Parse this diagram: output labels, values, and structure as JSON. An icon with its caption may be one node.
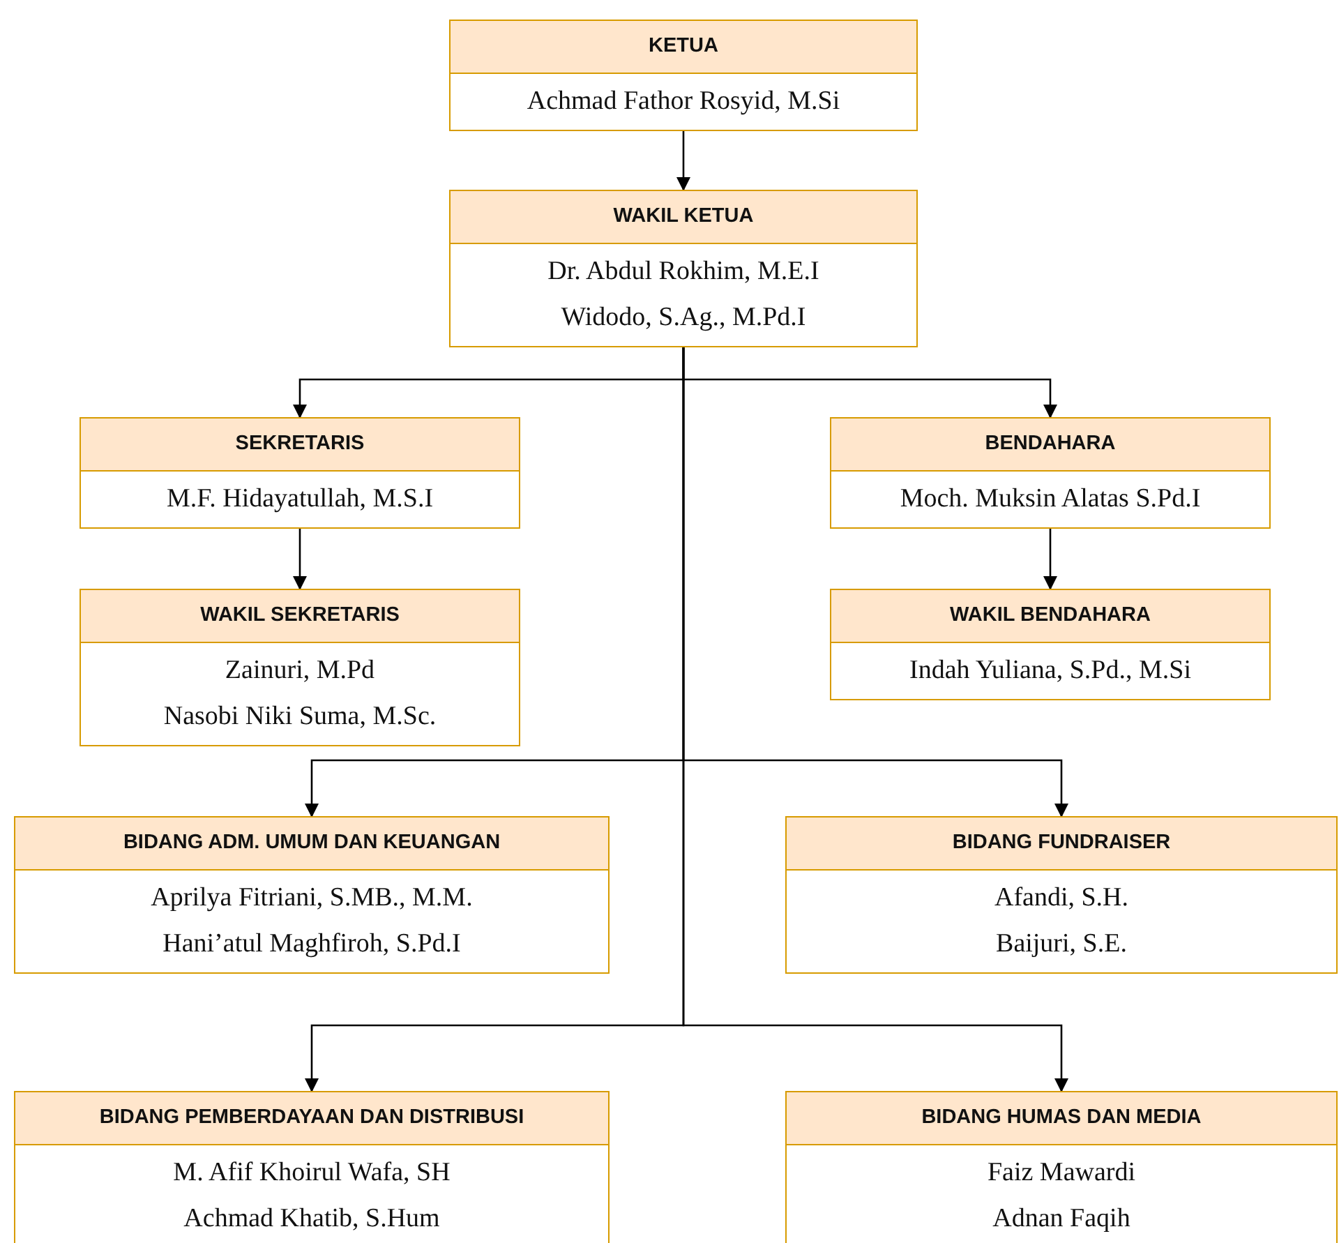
{
  "diagram": {
    "nodes": [
      {
        "text": [
          "KETUA",
          "Achmad Fathor Rosyid, M.Si"
        ]
      },
      {
        "text": [
          "WAKIL KETUA",
          "Dr. Abdul Rokhim, M.E.I",
          "Widodo, S.Ag., M.Pd.I"
        ]
      },
      {
        "text": [
          "SEKRETARIS",
          "M.F. Hidayatullah, M.S.I"
        ]
      },
      {
        "text": [
          "WAKIL SEKRETARIS",
          "Zainuri, M.Pd",
          "Nasobi Niki Suma, M.Sc."
        ]
      },
      {
        "text": [
          "BENDAHARA",
          "Moch. Muksin Alatas S.Pd.I"
        ]
      },
      {
        "text": [
          "WAKIL BENDAHARA",
          "Indah Yuliana, S.Pd., M.Si"
        ]
      },
      {
        "text": [
          "BIDANG ADM. UMUM DAN KEUANGAN",
          "Aprilya Fitriani, S.MB., M.M.",
          "Hani’atul Maghfiroh, S.Pd.I"
        ]
      },
      {
        "text": [
          "BIDANG FUNDRAISER",
          "Afandi, S.H.",
          "Baijuri, S.E."
        ]
      },
      {
        "text": [
          "BIDANG PEMBERDAYAAN DAN DISTRIBUSI",
          "M. Afif Khoirul Wafa, SH",
          "Achmad Khatib, S.Hum"
        ]
      },
      {
        "text": [
          "BIDANG HUMAS DAN MEDIA",
          "Faiz Mawardi",
          "Adnan Faqih"
        ]
      }
    ],
    "edges": [
      {
        "from": 0,
        "to": 1,
        "arrow": "to"
      },
      {
        "from": 1,
        "to": 2,
        "arrow": "to"
      },
      {
        "from": 1,
        "to": 4,
        "arrow": "to"
      },
      {
        "from": 2,
        "to": 3,
        "arrow": "to"
      },
      {
        "from": 4,
        "to": 5,
        "arrow": "to"
      },
      {
        "from": 1,
        "to": 6,
        "arrow": "to"
      },
      {
        "from": 1,
        "to": 7,
        "arrow": "to"
      },
      {
        "from": 1,
        "to": 8,
        "arrow": "to"
      },
      {
        "from": 1,
        "to": 9,
        "arrow": "to"
      }
    ]
  }
}
